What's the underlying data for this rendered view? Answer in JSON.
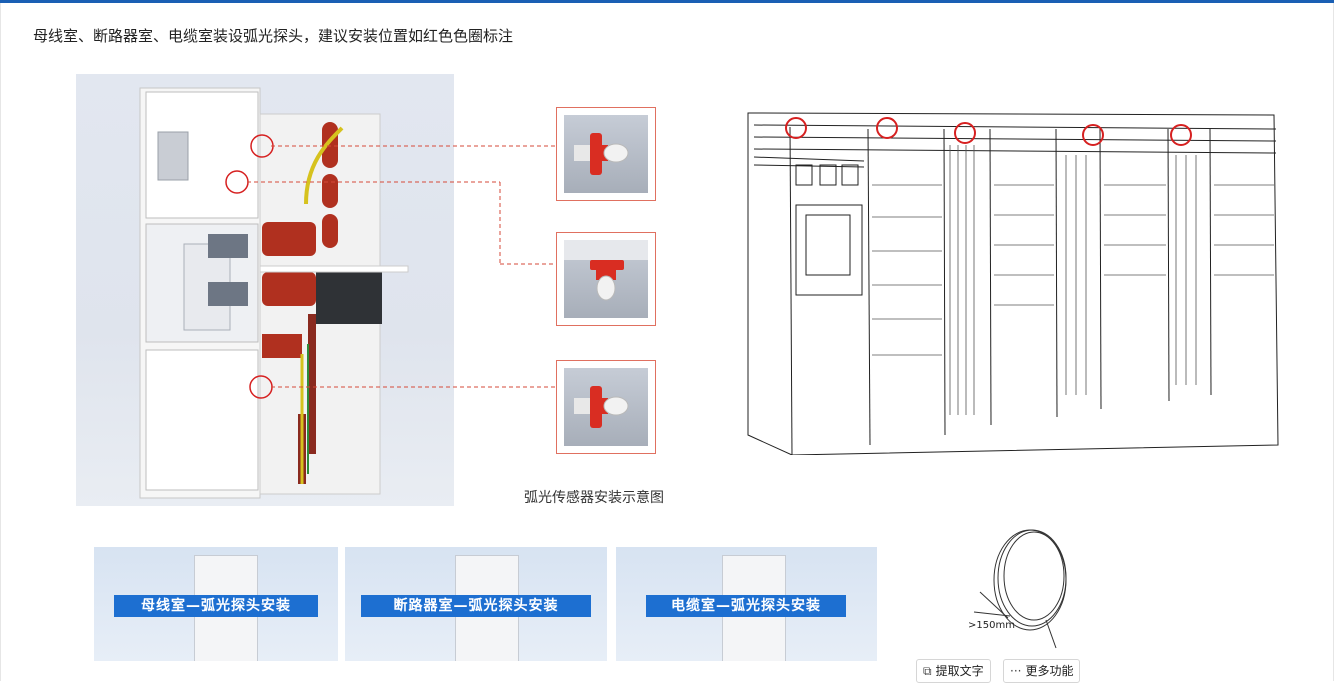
{
  "heading": "母线室、断路器室、电缆室装设弧光探头，建议安装位置如红色色圈标注",
  "diagram_caption": "弧光传感器安装示意图",
  "thumbnails": [
    {
      "banner": "母线室—弧光探头安装"
    },
    {
      "banner": "断路器室—弧光探头安装"
    },
    {
      "banner": "电缆室—弧光探头安装"
    }
  ],
  "cable_label": ">150mm",
  "toolbar": {
    "extract_text": "提取文字",
    "more_functions": "更多功能"
  },
  "icons": {
    "extract": "text-scan-icon",
    "more": "more-dots-icon"
  },
  "colors": {
    "accent_bar": "#1a5fb4",
    "marker_red": "#d62020",
    "banner_blue": "#1d6fd1"
  }
}
